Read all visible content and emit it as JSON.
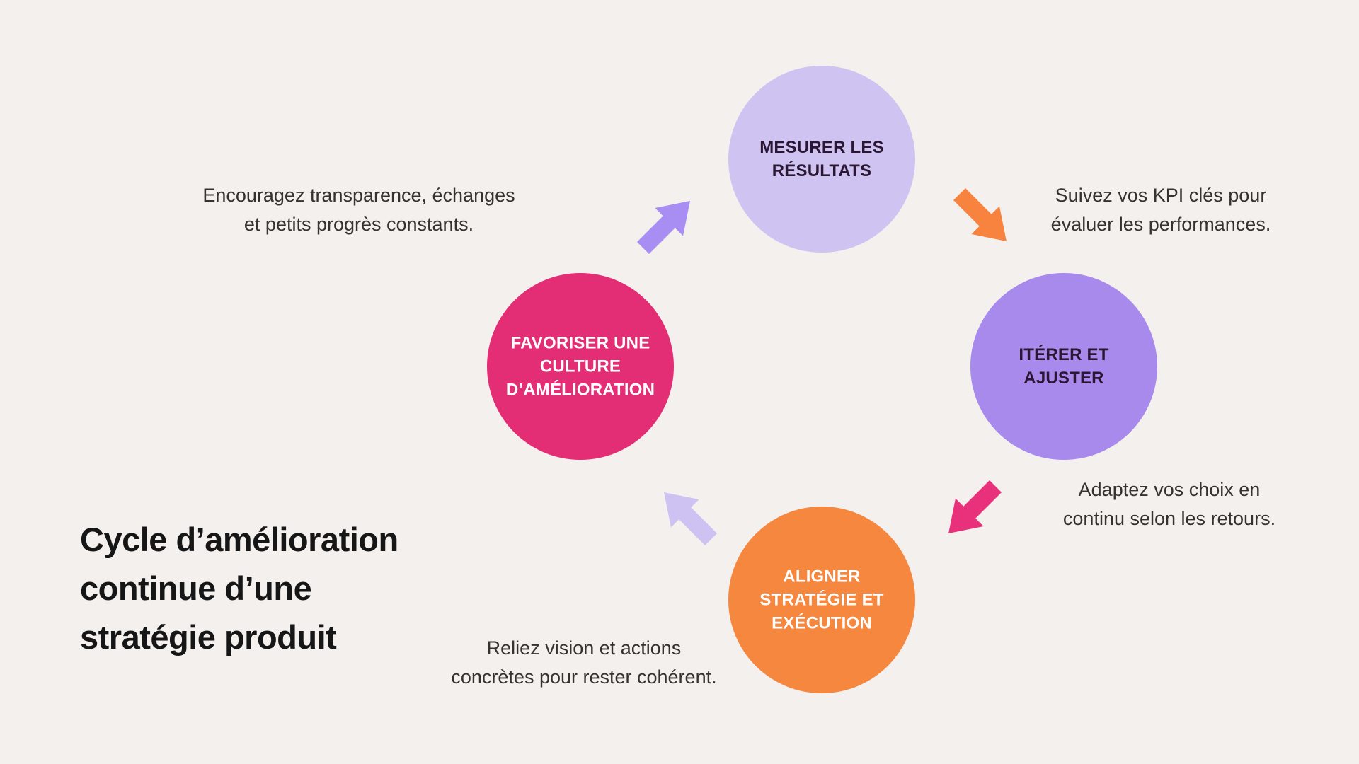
{
  "page": {
    "background_color": "#f4f0ee",
    "description_text_color": "#36322f"
  },
  "title": {
    "text": "Cycle d’amélioration continue d’une stratégie produit",
    "color": "#161616"
  },
  "steps": [
    {
      "id": "mesurer-les-resultats",
      "label": "MESURER LES\nRÉSULTATS",
      "circle_color": "#cfc4f1",
      "label_color": "#2b1733",
      "description": "Suivez vos KPI clés pour\névaluer les performances.",
      "arrow_color": "#a88df2"
    },
    {
      "id": "iterer-et-ajuster",
      "label": "ITÉRER ET\nAJUSTER",
      "circle_color": "#a78aec",
      "label_color": "#2b1733",
      "description": "Adaptez vos choix en\ncontinu selon les retours.",
      "arrow_color": "#f8833f"
    },
    {
      "id": "aligner-strategie-et-execution",
      "label": "ALIGNER\nSTRATÉGIE ET\nEXÉCUTION",
      "circle_color": "#f5873f",
      "label_color": "#ffffff",
      "description": "Reliez vision et actions\nconcrètes pour rester cohérent.",
      "arrow_color": "#e8317a"
    },
    {
      "id": "favoriser-une-culture-damelioration",
      "label": "FAVORISER UNE\nCULTURE\nD’AMÉLIORATION",
      "circle_color": "#e32d74",
      "label_color": "#ffffff",
      "description": "Encouragez transparence, échanges\net petits progrès constants.",
      "arrow_color": "#cdc2f2"
    }
  ]
}
